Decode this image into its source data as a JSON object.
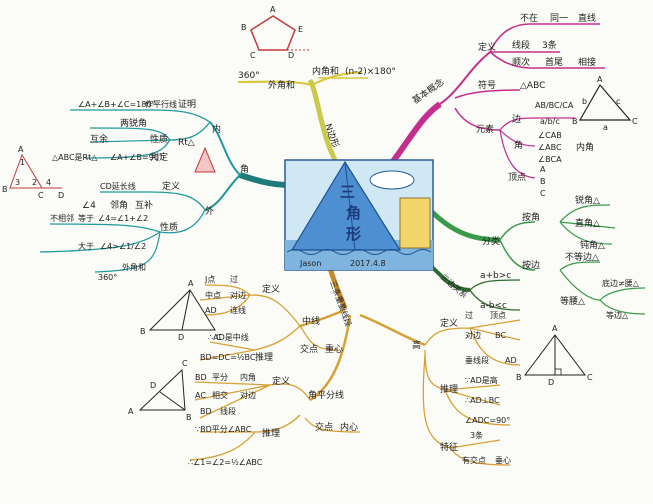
{
  "center": {
    "title_line1": "三",
    "title_line2": "角",
    "title_line3": "形",
    "signature": "Jason",
    "date": "2017.4.8"
  },
  "top_branch": {
    "label": "N边形",
    "exterior": "外角和",
    "exterior_value": "360°",
    "interior": "内角和",
    "interior_formula": "(n-2)×180°",
    "pentagon": [
      "A",
      "B",
      "C",
      "D",
      "E"
    ]
  },
  "concepts": {
    "root": "基本概念",
    "definition": "定义",
    "def_items": [
      "不在",
      "同一",
      "直线",
      "线段",
      "3条",
      "顺次",
      "首尾",
      "相接"
    ],
    "notation_label": "符号",
    "notation": "△ABC",
    "elements_label": "元素",
    "side_label": "边",
    "sides": [
      "AB/BC/CA",
      "a/b/c"
    ],
    "angle_label": "角",
    "angles": [
      "∠CAB",
      "∠ABC",
      "∠BCA"
    ],
    "inner_angle": "内角",
    "vertex_label": "顶点",
    "vertices": [
      "A",
      "B",
      "C"
    ],
    "triangle_labels": [
      "A",
      "B",
      "C",
      "b",
      "a",
      "c"
    ]
  },
  "classification": {
    "root": "分类",
    "by_angle": "按角",
    "angle_types": [
      "锐角△",
      "直角△",
      "钝角△"
    ],
    "by_side": "按边",
    "side_types": [
      "不等边△",
      "等腰△",
      "底边≠腰△",
      "等边△"
    ]
  },
  "side_relation": {
    "root": "三边关系",
    "items": [
      "a+b>c",
      "a-b<c"
    ]
  },
  "angle_branch": {
    "root": "角",
    "interior": "内",
    "sum": "∠A+∠B+∠C=180°",
    "proof": "证明",
    "proof_method": "作平行线",
    "right": "Rt△",
    "acute": "两锐角",
    "complement": "互余",
    "property": "性质",
    "determine": "判定",
    "rt_rule": "∠A+∠B=90°",
    "is_rt": "△ABC是Rt△",
    "exterior": "外",
    "ext_def": "定义",
    "ext_def_text": "CD延长线",
    "ext_angle4": "∠4",
    "ext_adj": "邻角",
    "ext_supp": "互补",
    "ext_prop": "性质",
    "ext_rule1": "∠4=∠1+∠2",
    "ext_rule2": "∠4>∠1/∠2",
    "ext_nonadj": "不相邻",
    "ext_sum": "外角和",
    "ext_sum_val": "360°",
    "greater": "大于",
    "equal": "等于",
    "tri_labels": [
      "A",
      "B",
      "C",
      "D",
      "3",
      "1",
      "2",
      "4"
    ]
  },
  "lines": {
    "root": "三条重要线段",
    "median": "中线",
    "med_def": "定义",
    "med_text": [
      "J点",
      "过",
      "中点",
      "对边",
      "AD",
      "连线"
    ],
    "med_reason": "∴AD是中线",
    "med_rule": "BD=DC=½BC",
    "med_reasoning": "推理",
    "med_center": "交点",
    "med_center_val": "重心",
    "bisector": "角平分线",
    "bis_def": "定义",
    "bis_text": [
      "BD",
      "平分",
      "内角",
      "AC",
      "相交",
      "对边",
      "BD",
      "线段"
    ],
    "bis_reason": "∵BD平分∠ABC",
    "bis_rule": "∴∠1=∠2=½∠ABC",
    "bis_reasoning": "推理",
    "bis_center": "交点",
    "bis_center_val": "内心",
    "height": "高",
    "h_def": "定义",
    "h_text": [
      "过",
      "顶点",
      "对边",
      "BC",
      "垂线段",
      "AD"
    ],
    "h_reasoning": "推理",
    "h_reason": [
      "∵AD是高",
      "∴AD⊥BC",
      "∠ADC=90°"
    ],
    "h_feature": "特征",
    "h_feature_text": [
      "3条",
      "有交点",
      "垂心"
    ],
    "fig_labels": [
      "A",
      "B",
      "C",
      "D"
    ]
  }
}
